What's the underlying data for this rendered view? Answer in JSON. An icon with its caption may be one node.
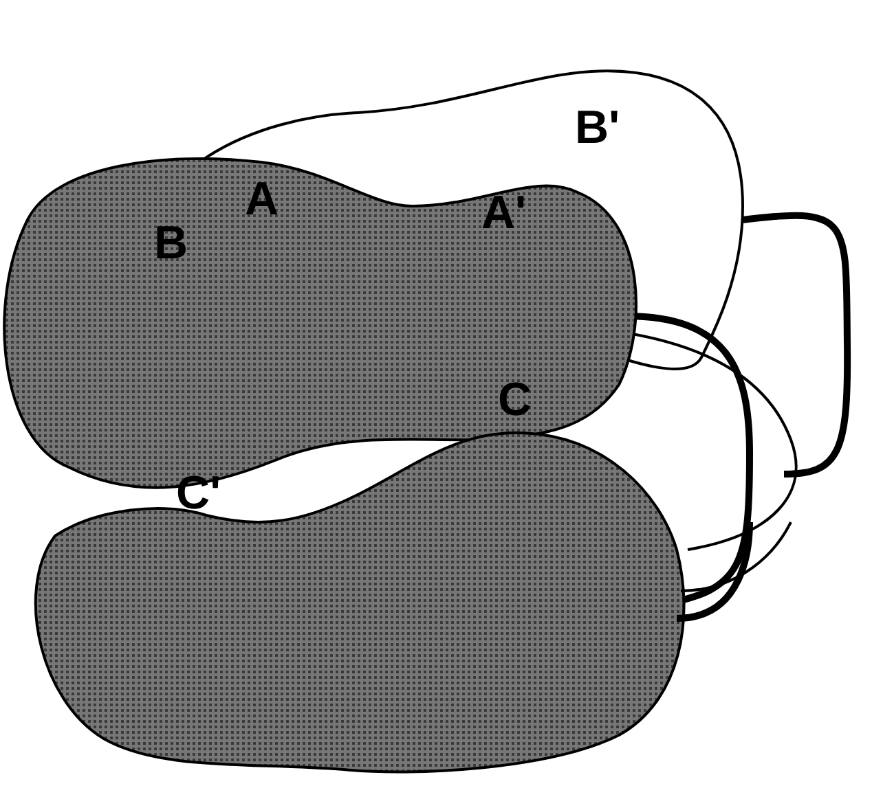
{
  "diagram": {
    "labels": [
      "A",
      "B",
      "A'",
      "B'",
      "C",
      "C'"
    ]
  }
}
